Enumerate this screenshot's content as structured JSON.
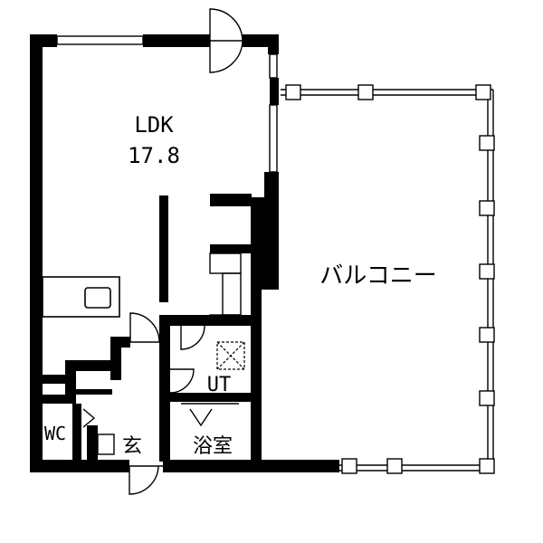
{
  "rooms": {
    "ldk": {
      "name": "LDK",
      "size": "17.8"
    },
    "balcony": {
      "name": "バルコニー"
    },
    "utility": {
      "name": "UT"
    },
    "toilet": {
      "name": "WC"
    },
    "entrance": {
      "name": "玄"
    },
    "bathroom": {
      "name": "浴室"
    }
  },
  "colors": {
    "wall": "#000000",
    "background": "#ffffff",
    "line": "#000000"
  },
  "icons": [
    "door-swing-icon",
    "window-icon",
    "kitchen-sink-icon",
    "washer-icon",
    "shoe-rack-icon"
  ]
}
